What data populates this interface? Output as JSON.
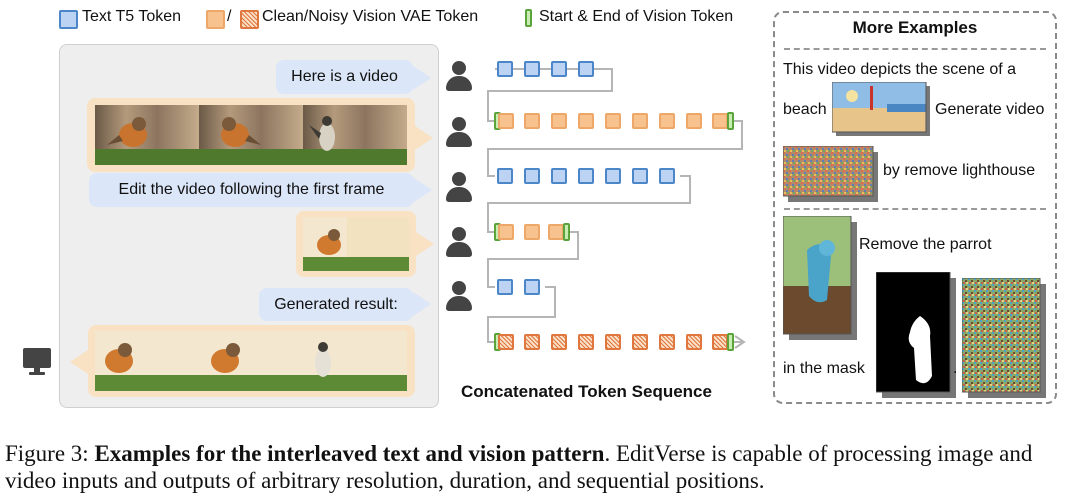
{
  "legend": {
    "text_token": "Text T5 Token",
    "separator": "/",
    "vision_token": "Clean/Noisy Vision VAE Token",
    "start_end": "Start & End of Vision Token"
  },
  "chat": {
    "msg1": "Here is a video",
    "msg2": "Edit the video following the first frame",
    "msg3": "Generated result:"
  },
  "sequence_title": "Concatenated Token Sequence",
  "more_examples": {
    "title": "More Examples",
    "ex1_line1": "This video depicts the scene of a",
    "ex1_beach": "beach",
    "ex1_generate": "Generate video",
    "ex1_remove": "by remove lighthouse",
    "ex2_remove": "Remove the parrot",
    "ex2_mask": "in the mask",
    "ex2_period": "."
  },
  "caption": {
    "prefix": "Figure 3: ",
    "bold": "Examples for the interleaved text and vision pattern",
    "rest": ". EditVerse is capable of processing image and video inputs and outputs of arbitrary resolution, duration, and sequential positions."
  },
  "colors": {
    "text_token": "#4b86c9",
    "clean_token": "#f8c28f",
    "noisy_token": "#e0773e",
    "start_end_token": "#5aa43b",
    "bubble_blue": "#dbe6f8",
    "bubble_orange": "#f9e2c4"
  },
  "icons": [
    "user-icon",
    "computer-icon",
    "bird-image",
    "beach-image",
    "parrot-image",
    "mask-image"
  ]
}
